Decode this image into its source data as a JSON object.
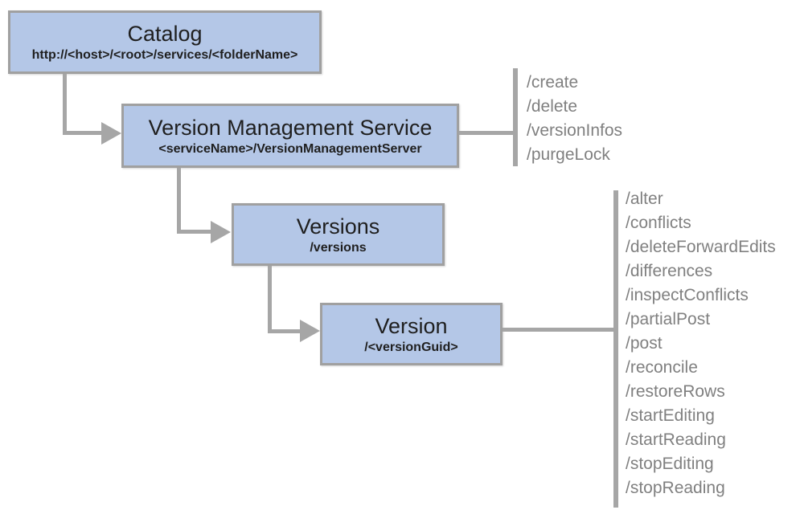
{
  "diagram": {
    "nodes": {
      "catalog": {
        "title": "Catalog",
        "subtitle": "http://<host>/<root>/services/<folderName>"
      },
      "version_management_service": {
        "title": "Version Management Service",
        "subtitle": "<serviceName>/VersionManagementServer"
      },
      "versions": {
        "title": "Versions",
        "subtitle": "/versions"
      },
      "version": {
        "title": "Version",
        "subtitle": "/<versionGuid>"
      }
    },
    "operations": {
      "version_management_service": [
        "/create",
        "/delete",
        "/versionInfos",
        "/purgeLock"
      ],
      "version": [
        "/alter",
        "/conflicts",
        "/deleteForwardEdits",
        "/differences",
        "/inspectConflicts",
        "/partialPost",
        "/post",
        "/reconcile",
        "/restoreRows",
        "/startEditing",
        "/startReading",
        "/stopEditing",
        "/stopReading"
      ]
    },
    "colors": {
      "node_fill": "#b4c7e7",
      "node_border": "#a0a0a0",
      "connector": "#a6a6a6",
      "operation_text": "#808080",
      "title_text": "#1f1f1f"
    }
  }
}
